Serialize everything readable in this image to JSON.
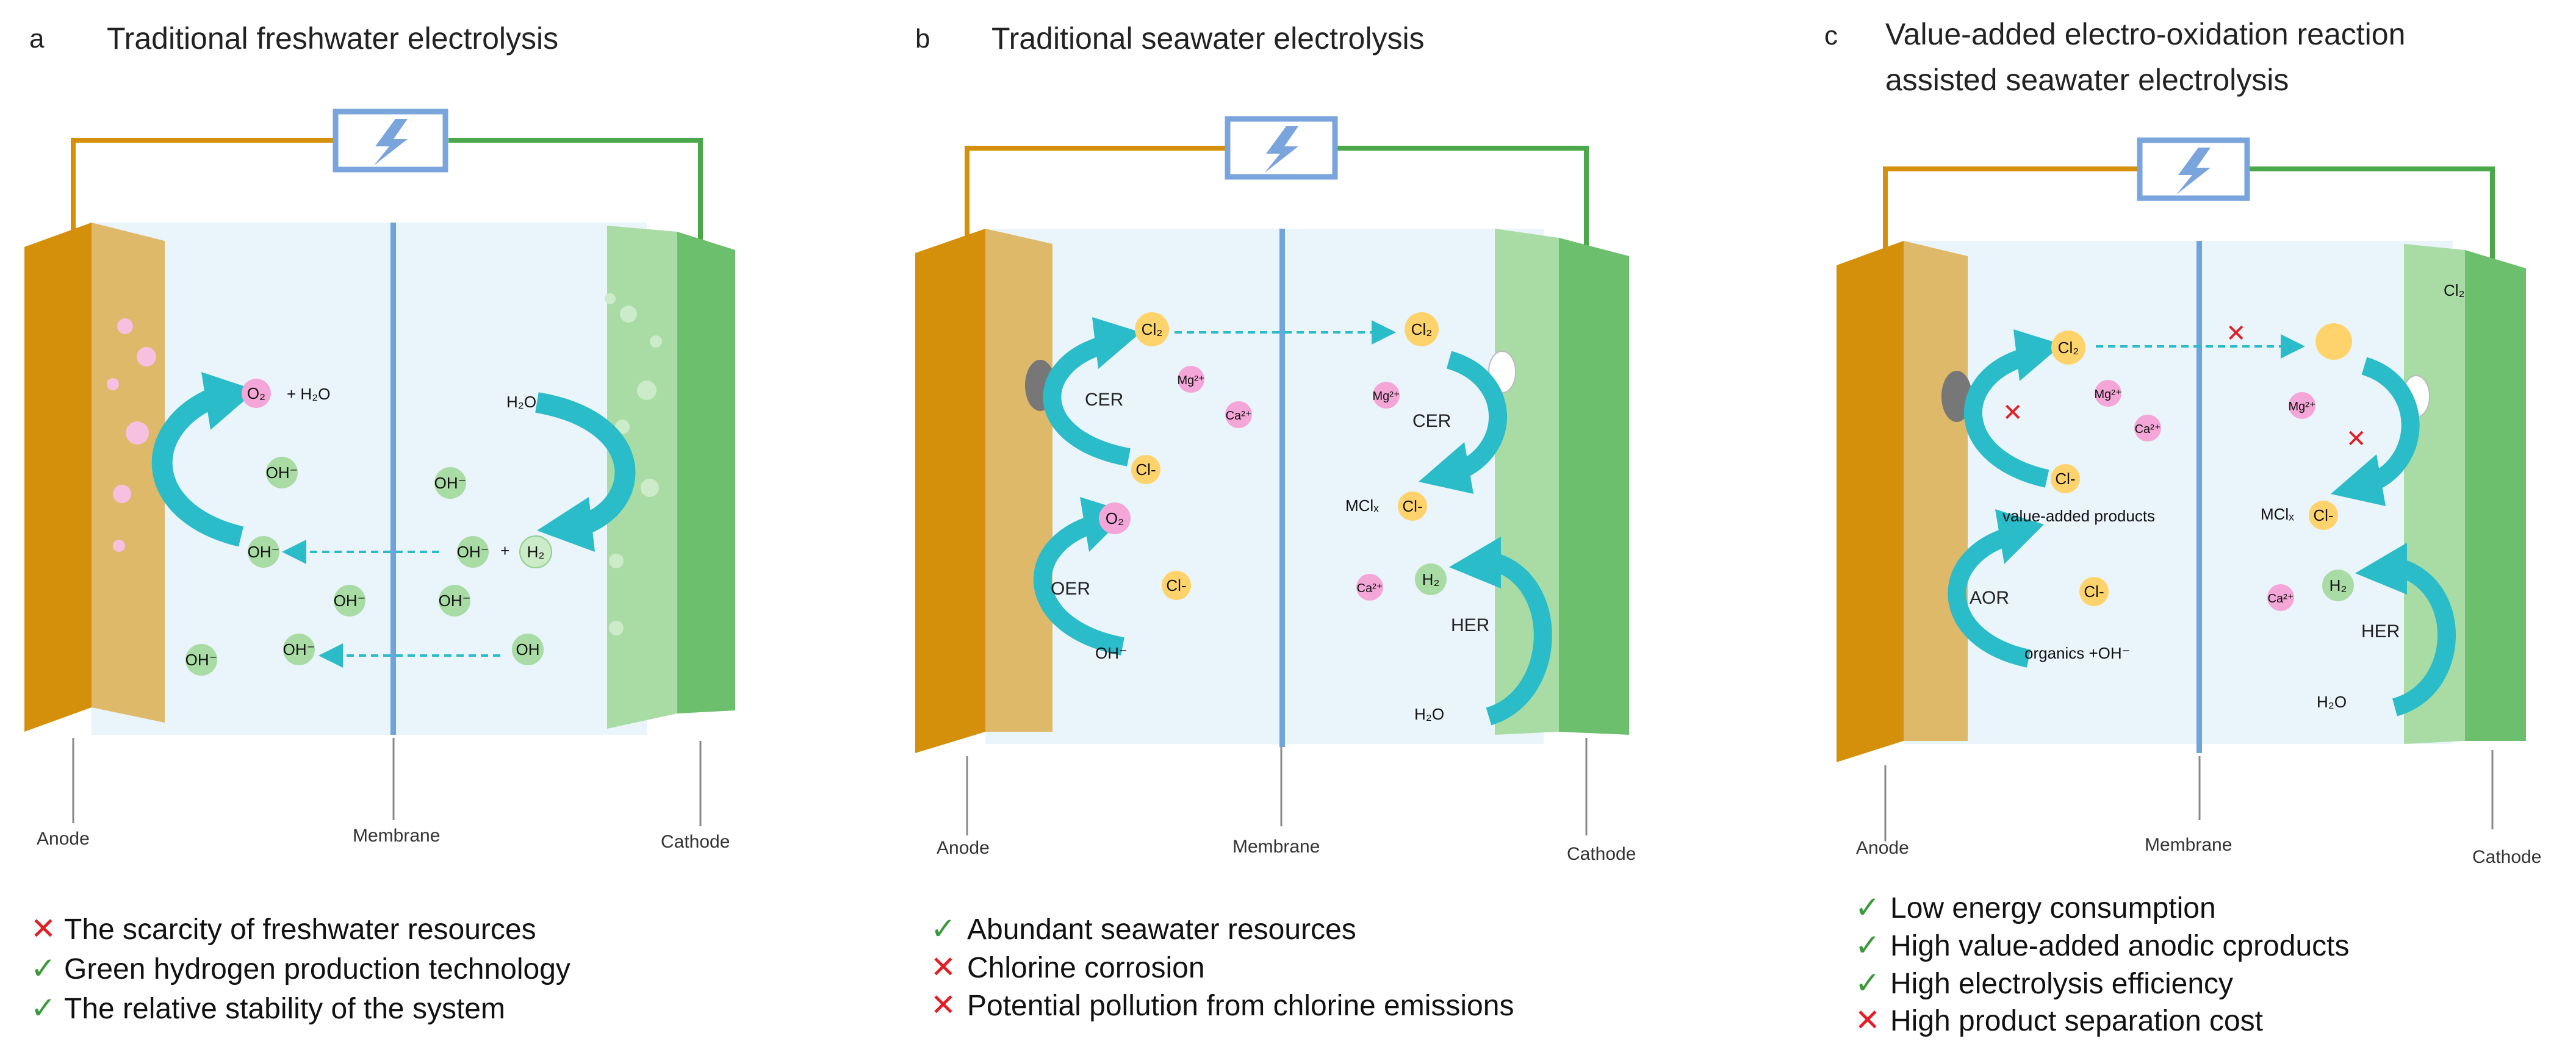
{
  "panels": [
    {
      "letter": "a",
      "title_lines": [
        "Traditional freshwater electrolysis"
      ],
      "labels": {
        "anode": "Anode",
        "membrane": "Membrane",
        "cathode": "Cathode"
      },
      "species": {
        "o2": "O₂",
        "h2o_product": "+ H₂O",
        "h2o": "H₂O",
        "h2": "H₂",
        "oh_list": [
          "OH⁻",
          "OH⁻",
          "OH⁻",
          "OH⁻",
          "OH⁻",
          "OH⁻",
          "OH⁻",
          "OH⁻",
          "OH"
        ],
        "plus": "+"
      },
      "notes": [
        {
          "mark": "cross",
          "text": "The scarcity of freshwater resources"
        },
        {
          "mark": "check",
          "text": "Green hydrogen production technology"
        },
        {
          "mark": "check",
          "text": "The relative stability of the system"
        }
      ]
    },
    {
      "letter": "b",
      "title_lines": [
        "Traditional seawater electrolysis"
      ],
      "labels": {
        "anode": "Anode",
        "membrane": "Membrane",
        "cathode": "Cathode"
      },
      "species": {
        "cl2_left": "Cl₂",
        "cl2_right": "Cl₂",
        "cer_left": "CER",
        "cer_right": "CER",
        "cl_minus_1": "Cl-",
        "cl_minus_2": "Cl-",
        "cl_minus_3": "Cl-",
        "mg_left": "Mg²⁺",
        "mg_right": "Mg²⁺",
        "ca_left": "Ca²⁺",
        "ca_right": "Ca²⁺",
        "o2": "O₂",
        "oer": "OER",
        "oh_minus": "OH⁻",
        "mclx": "MClₓ",
        "h2": "H₂",
        "her": "HER",
        "h2o": "H₂O"
      },
      "notes": [
        {
          "mark": "check",
          "text": "Abundant seawater resources"
        },
        {
          "mark": "cross",
          "text": "Chlorine corrosion"
        },
        {
          "mark": "cross",
          "text": "Potential pollution from chlorine emissions"
        }
      ]
    },
    {
      "letter": "c",
      "title_lines": [
        "Value-added electro-oxidation reaction",
        "assisted seawater electrolysis"
      ],
      "labels": {
        "anode": "Anode",
        "membrane": "Membrane",
        "cathode": "Cathode"
      },
      "species": {
        "cl2_left": "Cl₂",
        "cl2_cathode": "Cl₂",
        "cl_minus_1": "Cl-",
        "cl_minus_2": "Cl-",
        "cl_minus_3": "Cl-",
        "mg_left": "Mg²⁺",
        "mg_right": "Mg²⁺",
        "ca_left": "Ca²⁺",
        "ca_right": "Ca²⁺",
        "value_added": "value-added products",
        "aor": "AOR",
        "organics": "organics +OH⁻",
        "mclx": "MClₓ",
        "h2": "H₂",
        "her": "HER",
        "h2o": "H₂O"
      },
      "notes": [
        {
          "mark": "check",
          "text": "Low energy consumption"
        },
        {
          "mark": "check",
          "text": "High value-added anodic cproducts"
        },
        {
          "mark": "check",
          "text": "High electrolysis efficiency"
        },
        {
          "mark": "cross",
          "text": "High product separation cost"
        }
      ]
    }
  ],
  "marks": {
    "check": "✓",
    "cross": "✕"
  },
  "colors": {
    "anode": "#d4900a",
    "anode_light": "#deb96a",
    "cathode": "#6cbf6c",
    "cathode_light": "#a8dca4",
    "electrolyte": "#eaf4fb",
    "membrane": "#6fa3dc",
    "arrow": "#2bbcc9",
    "power": "#7aa4dc",
    "cl_bubble": "#ffd36b",
    "ion_bubble": "#f4a6d8",
    "oh_bubble": "#a8dca4",
    "check": "#3a9a3a",
    "cross": "#e21e26"
  }
}
